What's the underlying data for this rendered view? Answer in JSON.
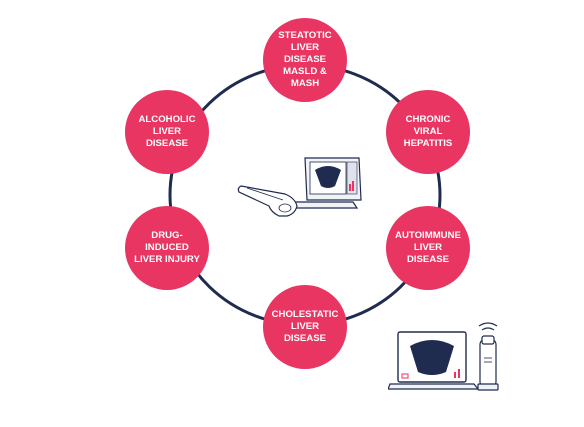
{
  "diagram": {
    "ring_color": "#1f2b4f",
    "node_color": "#e83562",
    "node_text_color": "#ffffff",
    "nodes": [
      {
        "id": "steatotic",
        "label": "STEATOTIC\nLIVER DISEASE\nMASLD & MASH"
      },
      {
        "id": "chronic-viral",
        "label": "CHRONIC VIRAL\nHEPATITIS"
      },
      {
        "id": "autoimmune",
        "label": "AUTOIMMUNE\nLIVER DISEASE"
      },
      {
        "id": "cholestatic",
        "label": "CHOLESTATIC\nLIVER DISEASE"
      },
      {
        "id": "drug-induced",
        "label": "DRUG-INDUCED\nLIVER INJURY"
      },
      {
        "id": "alcoholic",
        "label": "ALCOHOLIC\nLIVER DISEASE"
      }
    ],
    "center_device_icon": "tablet-with-probe-icon",
    "corner_device_icon": "laptop-with-probe-icon",
    "accent_color": "#e83562",
    "screen_color": "#1f2b4f"
  }
}
